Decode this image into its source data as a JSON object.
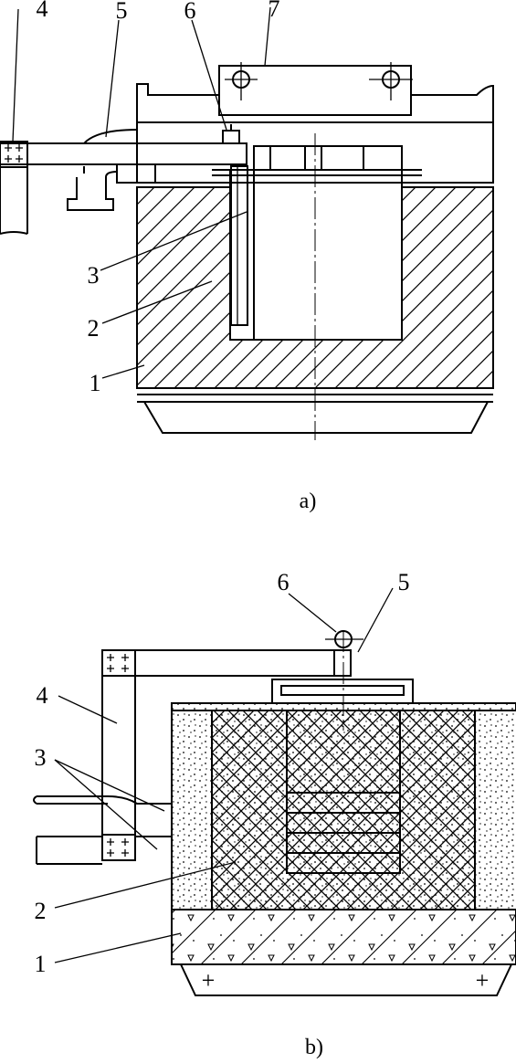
{
  "figure_a": {
    "caption": "a)",
    "labels": [
      "4",
      "5",
      "6",
      "7",
      "3",
      "2",
      "1"
    ]
  },
  "figure_b": {
    "caption": "b)",
    "labels": [
      "6",
      "5",
      "4",
      "3",
      "2",
      "1"
    ]
  }
}
